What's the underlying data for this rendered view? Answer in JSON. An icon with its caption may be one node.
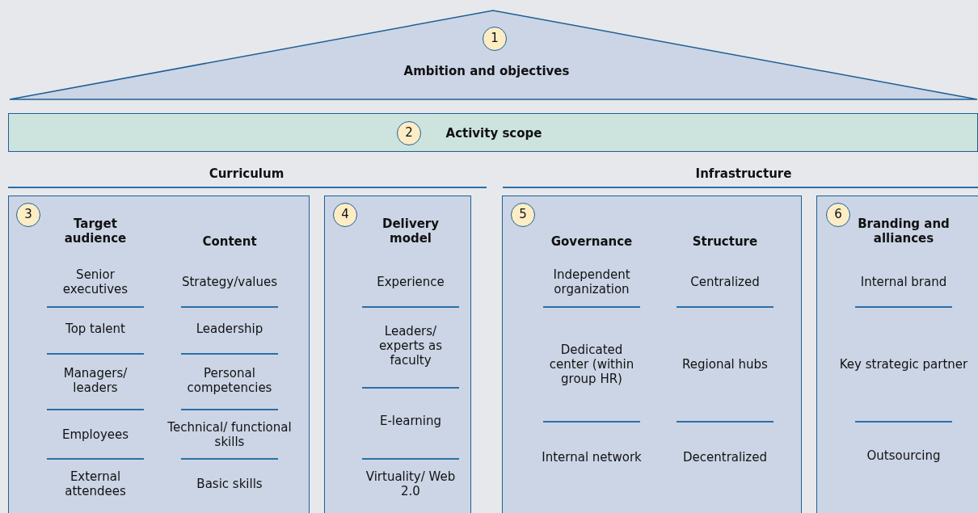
{
  "diagram": {
    "nodes": [
      {
        "text": [
          "Ambition and objectives"
        ]
      },
      {
        "text": [
          "1"
        ],
        "in": 0
      },
      {
        "text": [
          "Activity scope"
        ]
      },
      {
        "text": [
          "2"
        ],
        "in": 2
      },
      {
        "text": [
          "Target audience",
          "Senior executives",
          "Top talent",
          "Managers/ leaders",
          "Employees",
          "External attendees",
          "Content",
          "Strategy/values",
          "Leadership",
          "Personal competencies",
          "Technical/ functional skills",
          "Basic skills"
        ]
      },
      {
        "text": [
          "3"
        ],
        "in": 4
      },
      {
        "text": [
          "Delivery model",
          "Experience",
          "Leaders/ experts as faculty",
          "E-learning",
          "Virtuality/ Web 2.0"
        ]
      },
      {
        "text": [
          "4"
        ],
        "in": 6
      },
      {
        "text": [
          "Governance",
          "Independent organization",
          "Dedicated center (within group HR)",
          "Internal network",
          "Structure",
          "Centralized",
          "Regional hubs",
          "Decentralized"
        ]
      },
      {
        "text": [
          "5"
        ],
        "in": 8
      },
      {
        "text": [
          "Branding and alliances",
          "Internal brand",
          "Key strategic partner",
          "Outsourcing"
        ]
      },
      {
        "text": [
          "6"
        ],
        "in": 10
      }
    ],
    "labels": [
      "Curriculum",
      "Infrastructure"
    ]
  }
}
